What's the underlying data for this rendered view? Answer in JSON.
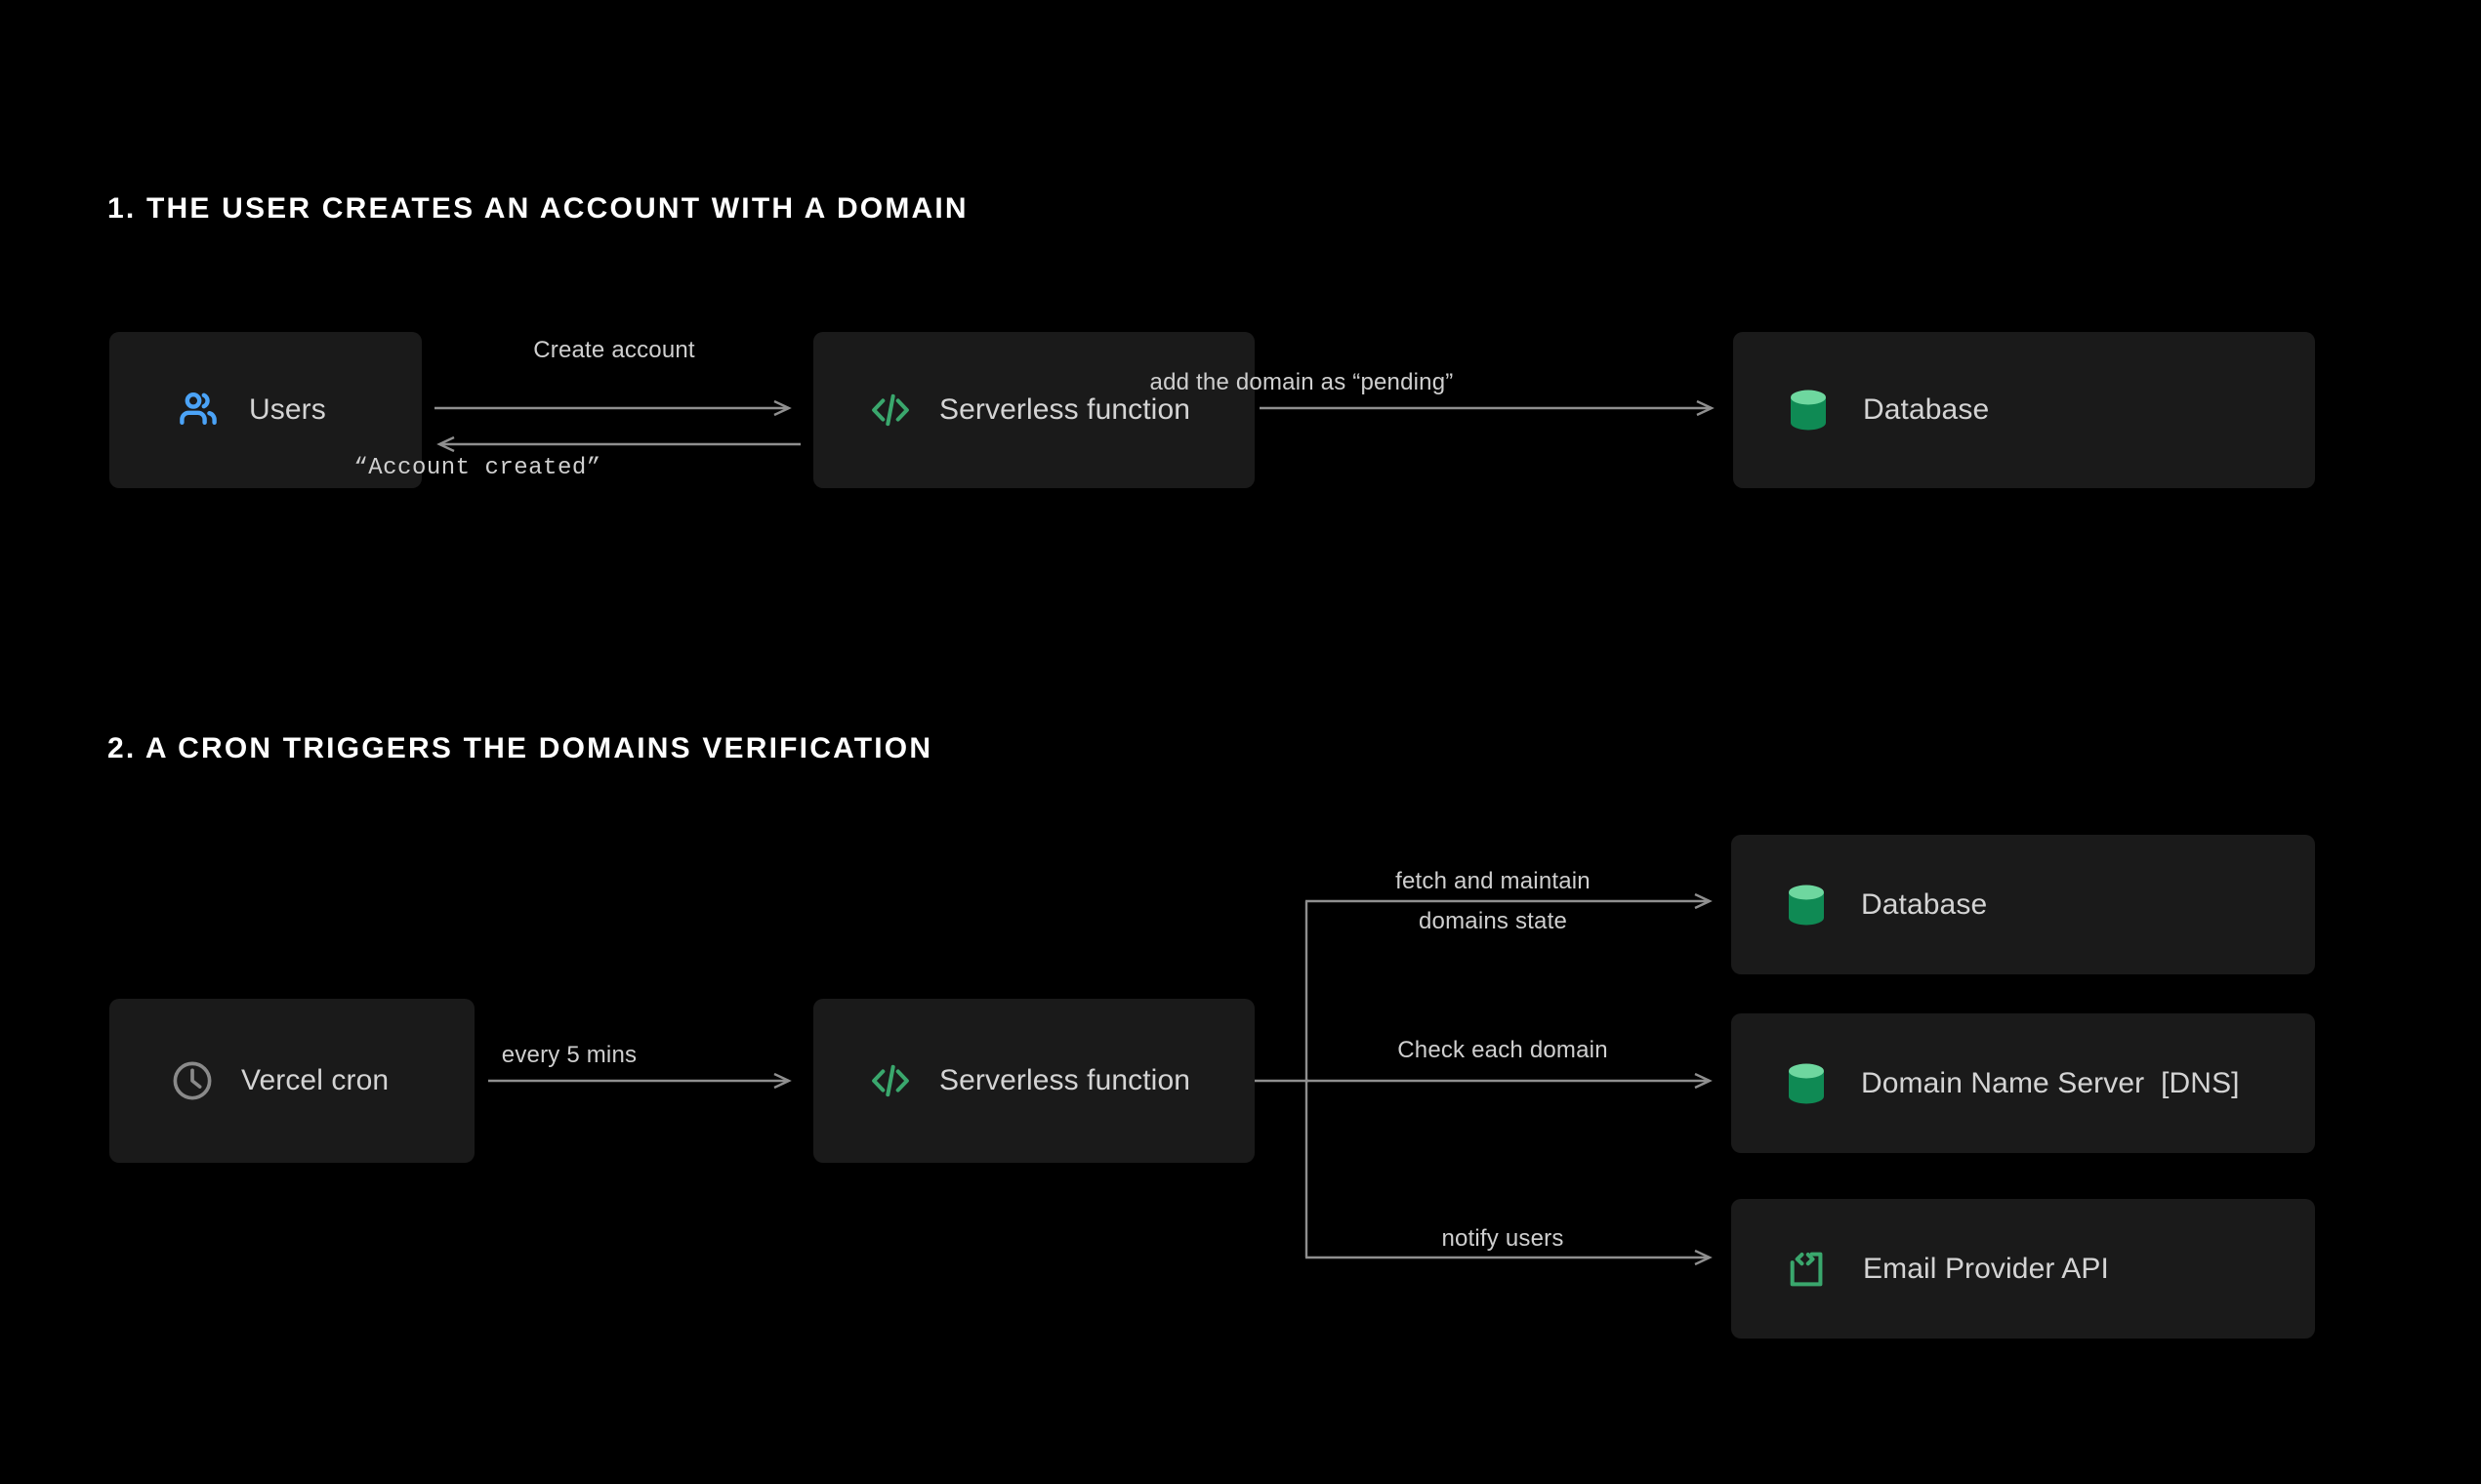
{
  "page": {
    "background_color": "#000000",
    "box_color": "#1a1a1a",
    "line_color": "#8f8f8f",
    "text_color": "#d4d4d4",
    "heading_color": "#ffffff",
    "accent_green": "#3aa76d",
    "accent_blue": "#4ba3f7"
  },
  "sections": [
    {
      "heading": "1. THE USER CREATES AN ACCOUNT WITH A DOMAIN",
      "nodes": [
        {
          "id": "users",
          "label": "Users",
          "icon": "users-icon",
          "icon_color": "#4ba3f7"
        },
        {
          "id": "serverless-1",
          "label": "Serverless function",
          "icon": "code-icon",
          "icon_color": "#3aa76d"
        },
        {
          "id": "database-1",
          "label": "Database",
          "icon": "database-cylinder-icon",
          "icon_color": "#0f8a54"
        }
      ],
      "edges": [
        {
          "id": "create-account",
          "label": "Create account",
          "from": "users",
          "to": "serverless-1",
          "style": "sans"
        },
        {
          "id": "account-created",
          "label": "“Account created”",
          "from": "serverless-1",
          "to": "users",
          "style": "mono"
        },
        {
          "id": "add-pending",
          "label": "add the domain as “pending”",
          "from": "serverless-1",
          "to": "database-1",
          "style": "sans"
        }
      ]
    },
    {
      "heading": "2. A CRON TRIGGERS THE DOMAINS VERIFICATION",
      "nodes": [
        {
          "id": "vercel-cron",
          "label": "Vercel cron",
          "icon": "clock-icon",
          "icon_color": "#8a8a8a"
        },
        {
          "id": "serverless-2",
          "label": "Serverless function",
          "icon": "code-icon",
          "icon_color": "#3aa76d"
        },
        {
          "id": "database-2",
          "label": "Database",
          "icon": "database-cylinder-icon",
          "icon_color": "#0f8a54"
        },
        {
          "id": "dns",
          "label": "Domain Name Server  [DNS]",
          "icon": "database-cylinder-icon",
          "icon_color": "#0f8a54"
        },
        {
          "id": "email-api",
          "label": "Email Provider API",
          "icon": "api-bracket-icon",
          "icon_color": "#3aa76d"
        }
      ],
      "edges": [
        {
          "id": "every-5-mins",
          "label": "every 5 mins",
          "from": "vercel-cron",
          "to": "serverless-2",
          "style": "sans"
        },
        {
          "id": "fetch-maintain",
          "label_line1": "fetch and maintain",
          "label_line2": "domains state",
          "from": "serverless-2",
          "to": "database-2",
          "style": "sans"
        },
        {
          "id": "check-each-domain",
          "label": "Check each domain",
          "from": "serverless-2",
          "to": "dns",
          "style": "sans"
        },
        {
          "id": "notify-users",
          "label": "notify users",
          "from": "serverless-2",
          "to": "email-api",
          "style": "sans"
        }
      ]
    }
  ]
}
